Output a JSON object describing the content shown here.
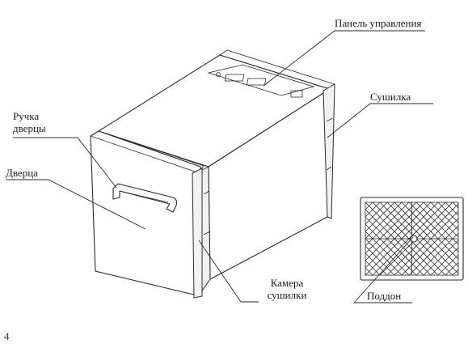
{
  "labels": {
    "control_panel": "Панель управления",
    "dryer": "Сушилка",
    "door_handle": "Ручка дверцы",
    "door": "Дверца",
    "drying_chamber": "Камера сушилки",
    "tray": "Поддон"
  },
  "page_number": "4"
}
